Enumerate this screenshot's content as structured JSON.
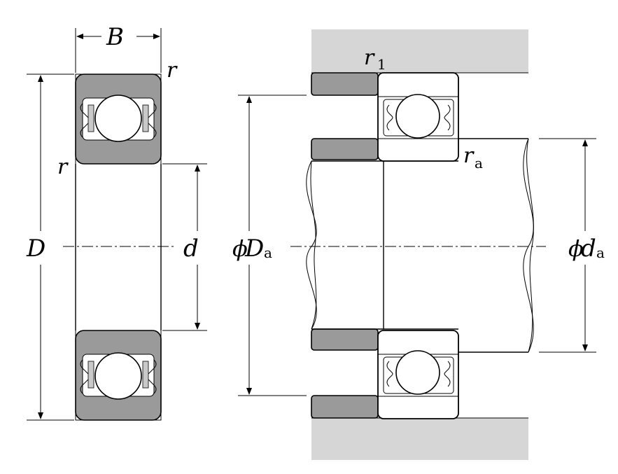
{
  "labels": {
    "B": "B",
    "r_top": "r",
    "r_left": "r",
    "D": "D",
    "d": "d",
    "r1_main": "r",
    "r1_sub": "1",
    "ra_main": "r",
    "ra_sub": "a",
    "Da_phi": "ϕ",
    "Da_main": "D",
    "Da_sub": "a",
    "da_phi": "ϕ",
    "da_main": "d",
    "da_sub": "a"
  },
  "colors": {
    "ring_gray": "#9a9a9a",
    "housing_gray": "#d6d6d6",
    "line": "#000000"
  }
}
